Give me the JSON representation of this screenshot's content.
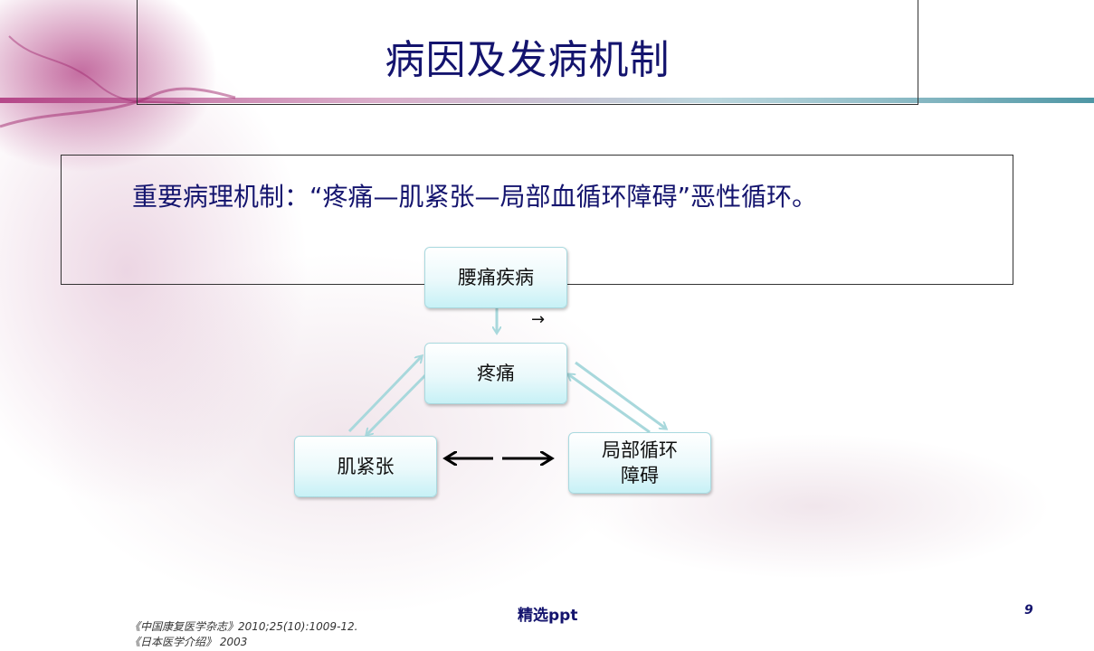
{
  "slide": {
    "title": "病因及发病机制",
    "mechanism_text": "重要病理机制：“疼痛—肌紧张—局部血循环障碍”恶性循环。"
  },
  "diagram": {
    "nodes": {
      "lumbar_disease": "腰痛疾病",
      "pain": "疼痛",
      "muscle_tension": "肌紧张",
      "circulation_1": "局部循环",
      "circulation_2": "障碍"
    },
    "side_arrow_glyph": "→"
  },
  "footer": {
    "center_label": "精选ppt",
    "page_number": "9",
    "references": [
      "《中国康复医学杂志》2010;25(10):1009-12.",
      "《日本医学介绍》 2003"
    ]
  },
  "colors": {
    "title_text": "#14146e",
    "node_border": "#a9d9df",
    "arrow": "#a8d8dc",
    "decor_magenta": "#a0286e",
    "decor_teal": "#3a8a9a"
  }
}
